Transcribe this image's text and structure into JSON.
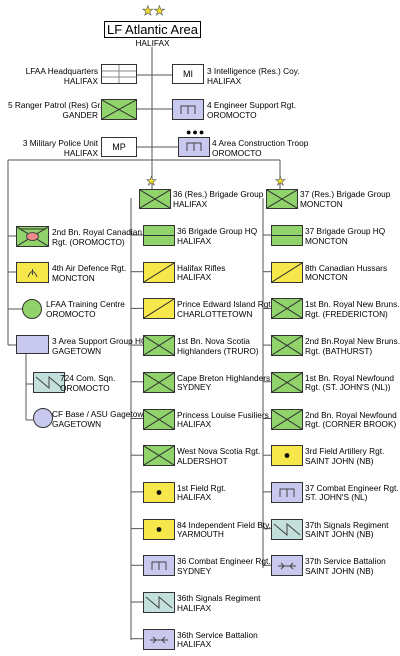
{
  "header": {
    "title": "LF Atlantic Area",
    "location": "HALIFAX"
  },
  "hq_units": {
    "lfaa_hq": {
      "name": "LFAA Headquarters",
      "loc": "HALIFAX"
    },
    "intel": {
      "box_text": "MI",
      "name": "3 Intelligence (Res.) Coy.",
      "loc": "HALIFAX"
    },
    "ranger": {
      "name": "5 Ranger Patrol (Res) Gr.",
      "loc": "GANDER"
    },
    "engineer": {
      "name": "4 Engineer Support Rgt.",
      "loc": "OROMOCTO"
    },
    "mp": {
      "box_text": "MP",
      "name": "3 Military Police Unit",
      "loc": "HALIFAX"
    },
    "construction": {
      "name": "4 Area Construction Troop",
      "loc": "OROMOCTO"
    }
  },
  "left_column": [
    {
      "name": "2nd  Bn. Royal Canadian",
      "name2": "Rgt. (OROMOCTO)"
    },
    {
      "name": "4th Air Defence Rgt.",
      "name2": "MONCTON"
    },
    {
      "name": "LFAA Training Centre",
      "name2": "OROMOCTO"
    },
    {
      "name": "3 Area Support Group HQ",
      "name2": "GAGETOWN"
    },
    {
      "name": "724 Com. Sqn.",
      "name2": "OROMOCTO"
    },
    {
      "name": "CF Base / ASU Gagetown",
      "name2": "GAGETOWN"
    }
  ],
  "group36": {
    "name": "36 (Res.) Brigade Group",
    "loc": "HALIFAX",
    "units": [
      {
        "name": "36 Brigade Group HQ",
        "loc": "HALIFAX"
      },
      {
        "name": "Halifax Rifles",
        "loc": "HALIFAX"
      },
      {
        "name": "Prince Edward Island Rgt.",
        "loc": "CHARLOTTETOWN"
      },
      {
        "name": "1st Bn. Nova Scotia",
        "loc": "Highlanders (TRURO)"
      },
      {
        "name": "Cape Breton Highlanders",
        "loc": "SYDNEY"
      },
      {
        "name": "Princess Louise Fusiliers",
        "loc": "HALIFAX"
      },
      {
        "name": "West Nova Scotia Rgt.",
        "loc": "ALDERSHOT"
      },
      {
        "name": "1st Field Rgt.",
        "loc": "HALIFAX"
      },
      {
        "name": "84 Independent Field Bty.",
        "loc": "YARMOUTH"
      },
      {
        "name": "36 Combat Engineer Rgt.",
        "loc": "SYDNEY"
      },
      {
        "name": "36th Signals Regiment",
        "loc": "HALIFAX"
      },
      {
        "name": "36th Service Battalion",
        "loc": "HALIFAX"
      }
    ]
  },
  "group37": {
    "name": "37 (Res.) Brigade Group",
    "loc": "MONCTON",
    "units": [
      {
        "name": "37 Brigade Group HQ",
        "loc": "MONCTON"
      },
      {
        "name": "8th Canadian Hussars",
        "loc": "MONCTON"
      },
      {
        "name": "1st Bn. Royal New Bruns.",
        "loc": "Rgt. (FREDERICTON)"
      },
      {
        "name": "2nd Bn.Royal New Bruns.",
        "loc": "Rgt. (BATHURST)"
      },
      {
        "name": "1st Bn. Royal Newfound",
        "loc": "Rgt. (ST. JOHN'S (NL))"
      },
      {
        "name": "2nd Bn. Royal Newfound",
        "loc": "Rgt. (CORNER BROOK)"
      },
      {
        "name": "3rd Field Artillery Rgt.",
        "loc": "SAINT JOHN (NB)"
      },
      {
        "name": "37 Combat Engineer Rgt.",
        "loc": "ST. JOHN'S (NL)"
      },
      {
        "name": "37th Signals Regiment",
        "loc": "SAINT JOHN (NB)"
      },
      {
        "name": "37th Service Battalion",
        "loc": "SAINT JOHN (NB)"
      }
    ]
  },
  "colors": {
    "infantry_green": "#8fd36a",
    "armour_yellow": "#f6e74b",
    "support_blue": "#c9c9ef",
    "signals_teal": "#c3e0dc",
    "star_gold": "#f2e02a"
  }
}
